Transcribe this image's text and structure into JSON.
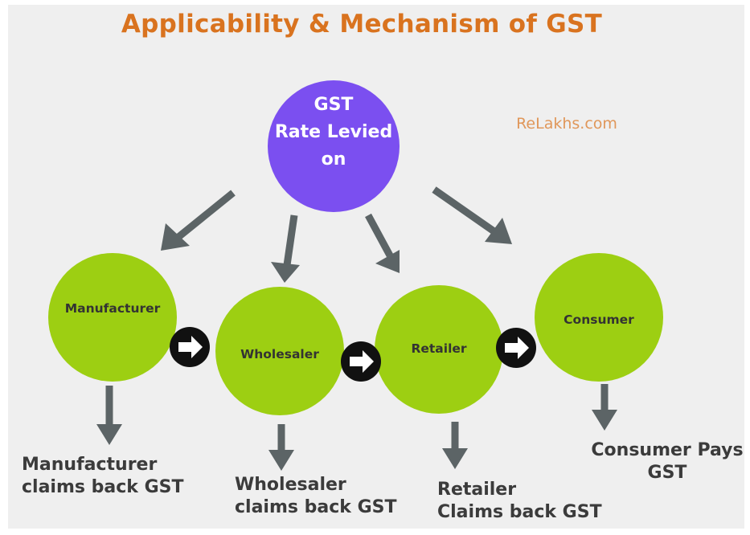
{
  "title": "Applicability & Mechanism of GST",
  "watermark": "ReLakhs.com",
  "top_node": {
    "lines": [
      "GST",
      "Rate Levied",
      "on"
    ],
    "color": "#7b4ff0"
  },
  "stages": [
    {
      "label": "Manufacturer",
      "caption_lines": [
        "Manufacturer",
        "claims back GST"
      ]
    },
    {
      "label": "Wholesaler",
      "caption_lines": [
        "Wholesaler",
        "claims back GST"
      ]
    },
    {
      "label": "Retailer",
      "caption_lines": [
        "Retailer",
        "Claims back GST"
      ]
    },
    {
      "label": "Consumer",
      "caption_lines": [
        "Consumer Pays",
        "GST"
      ]
    }
  ],
  "colors": {
    "stage_circle": "#9dcf12",
    "arrow": "#5c6466",
    "connector": "#111111",
    "title": "#d9731f",
    "background": "#efefef"
  },
  "icons": {
    "flow_connector": "right-arrow-icon",
    "down_arrow": "down-arrow-icon"
  }
}
